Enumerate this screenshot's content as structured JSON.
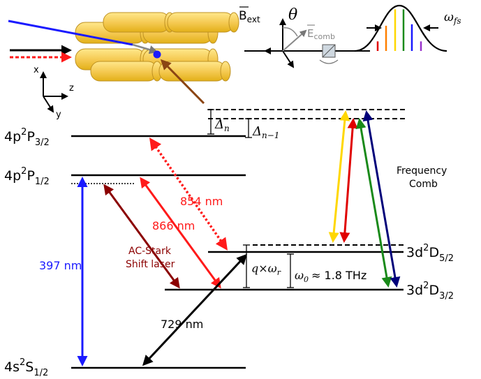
{
  "levels": {
    "s12": {
      "term": "4s",
      "sup": "2",
      "L": "S",
      "sub": "1/2"
    },
    "p12": {
      "term": "4p",
      "sup": "2",
      "L": "P",
      "sub": "1/2"
    },
    "p32": {
      "term": "4p",
      "sup": "2",
      "L": "P",
      "sub": "3/2"
    },
    "d32": {
      "term": "3d",
      "sup": "2",
      "L": "D",
      "sub": "3/2"
    },
    "d52": {
      "term": "3d",
      "sup": "2",
      "L": "D",
      "sub": "5/2"
    }
  },
  "transitions": {
    "t397": {
      "label": "397 nm",
      "color": "#1a1aff"
    },
    "t866": {
      "label": "866 nm",
      "color": "#ff1a1a"
    },
    "t854": {
      "label": "854 nm",
      "color": "#ff1a1a"
    },
    "t729": {
      "label": "729 nm",
      "color": "#000000"
    },
    "acstark": {
      "label_line1": "AC-Stark",
      "label_line2": "Shift laser",
      "color": "#8b0000"
    }
  },
  "comb": {
    "label_line1": "Frequency",
    "label_line2": "Comb",
    "arrow_colors": [
      "#ffd700",
      "#e00000",
      "#1a8a1a",
      "#00007a"
    ]
  },
  "annotations": {
    "delta_n": "Δ",
    "delta_n_sub": "n",
    "delta_n1": "Δ",
    "delta_n1_sub": "n−1",
    "q_times": "q×ω",
    "q_sub": "r",
    "omega0": "ω",
    "omega0_sub": "0",
    "omega0_value": "≈ 1.8 THz"
  },
  "field": {
    "b_label": "B",
    "b_sub": "ext",
    "theta": "θ",
    "e_label": "E",
    "e_sub": "comb"
  },
  "spectrum": {
    "label": "ω",
    "label_sub": "fs",
    "line_colors": [
      "#e00000",
      "#ff7f00",
      "#ffd700",
      "#1a8a1a",
      "#1a1aff",
      "#9932cc"
    ]
  },
  "axes": {
    "x": "x",
    "y": "y",
    "z": "z"
  }
}
